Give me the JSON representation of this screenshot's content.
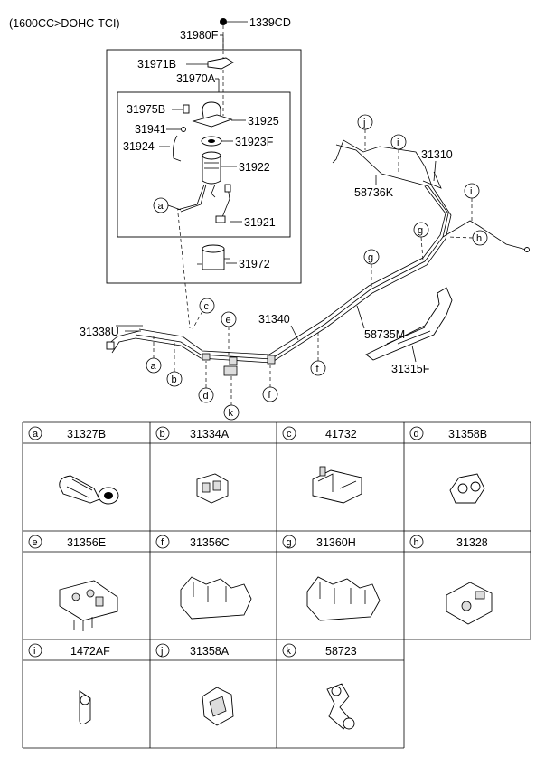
{
  "title": "(1600CC>DOHC-TCI)",
  "labels": {
    "p1339CD": "1339CD",
    "p31980F": "31980F",
    "p31971B": "31971B",
    "p31970A": "31970A",
    "p31975B": "31975B",
    "p31925": "31925",
    "p31941": "31941",
    "p31923F": "31923F",
    "p31924": "31924",
    "p31922": "31922",
    "p31921": "31921",
    "p31972": "31972",
    "p31310": "31310",
    "p58736K": "58736K",
    "p31338U": "31338U",
    "p31340": "31340",
    "p58735M": "58735M",
    "p31315F": "31315F"
  },
  "callouts": {
    "a1": "a",
    "a2": "a",
    "b": "b",
    "c": "c",
    "d": "d",
    "e": "e",
    "f1": "f",
    "f2": "f",
    "g1": "g",
    "g2": "g",
    "h": "h",
    "i1": "i",
    "i2": "i",
    "j": "j",
    "k": "k"
  },
  "table": [
    {
      "letter": "a",
      "part": "31327B"
    },
    {
      "letter": "b",
      "part": "31334A"
    },
    {
      "letter": "c",
      "part": "41732"
    },
    {
      "letter": "d",
      "part": "31358B"
    },
    {
      "letter": "e",
      "part": "31356E"
    },
    {
      "letter": "f",
      "part": "31356C"
    },
    {
      "letter": "g",
      "part": "31360H"
    },
    {
      "letter": "h",
      "part": "31328"
    },
    {
      "letter": "i",
      "part": "1472AF"
    },
    {
      "letter": "j",
      "part": "31358A"
    },
    {
      "letter": "k",
      "part": "58723"
    }
  ]
}
